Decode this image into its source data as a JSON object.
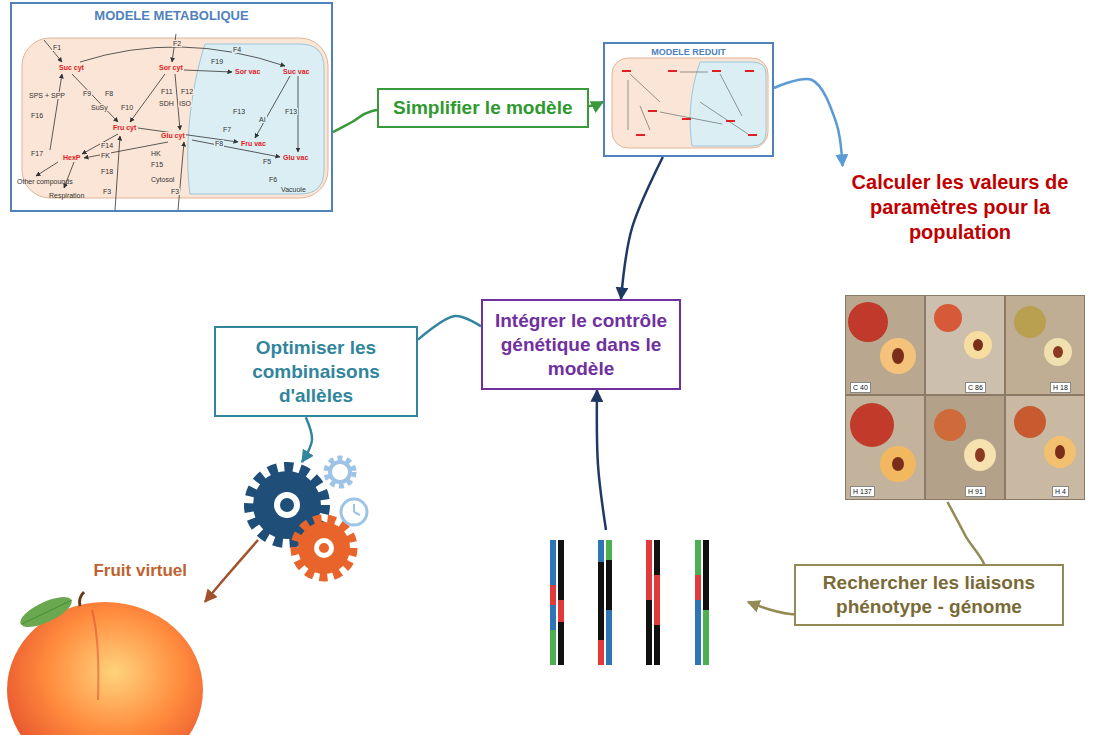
{
  "diagram": {
    "nodes": [
      {
        "text": [
          "MODELE METABOLIQUE"
        ]
      },
      {
        "text": [
          "MODELE REDUIT"
        ]
      },
      {
        "text": [
          "Calculer les valeurs de paramètres pour la population"
        ]
      },
      {
        "text": [
          "Intégrer le contrôle génétique dans le modèle"
        ]
      },
      {
        "text": [
          "Optimiser les combinaisons d'allèles"
        ]
      },
      {
        "text": [
          "Fruit virtuel"
        ]
      }
    ],
    "edges": [
      {
        "from": 0,
        "to": 1,
        "label": "Simplifier le modèle",
        "arrow": "to"
      },
      {
        "from": 1,
        "to": 2,
        "arrow": "to"
      },
      {
        "from": 1,
        "to": 3,
        "arrow": "to"
      },
      {
        "from": 2,
        "to": 3,
        "label": "Rechercher les liaisons phénotype - génome",
        "arrow": "to"
      },
      {
        "from": 3,
        "to": 4,
        "arrow": "none"
      },
      {
        "from": 4,
        "to": 5,
        "arrow": "to"
      }
    ],
    "labels": [
      "F1",
      "F2",
      "F4",
      "Suc cyt",
      "Sor cyt",
      "F19",
      "Sor vac",
      "Suc vac",
      "SPS + SPP",
      "F9",
      "F8",
      "F11",
      "F12",
      "F16",
      "SuSy",
      "F10",
      "SDH",
      "ISO",
      "F13",
      "AI",
      "F13",
      "F7",
      "Fru cyt",
      "Glu cyt",
      "F8",
      "Fru vac",
      "F14",
      "F17",
      "HexP",
      "FK",
      "HK",
      "F15",
      "F5",
      "Glu vac",
      "F18",
      "Other compounds",
      "Cytosol",
      "F6",
      "Vacuole",
      "F3",
      "F3",
      "Respiration",
      "C 40",
      "C 86",
      "H 18",
      "H 137",
      "H 91",
      "H 4"
    ]
  }
}
